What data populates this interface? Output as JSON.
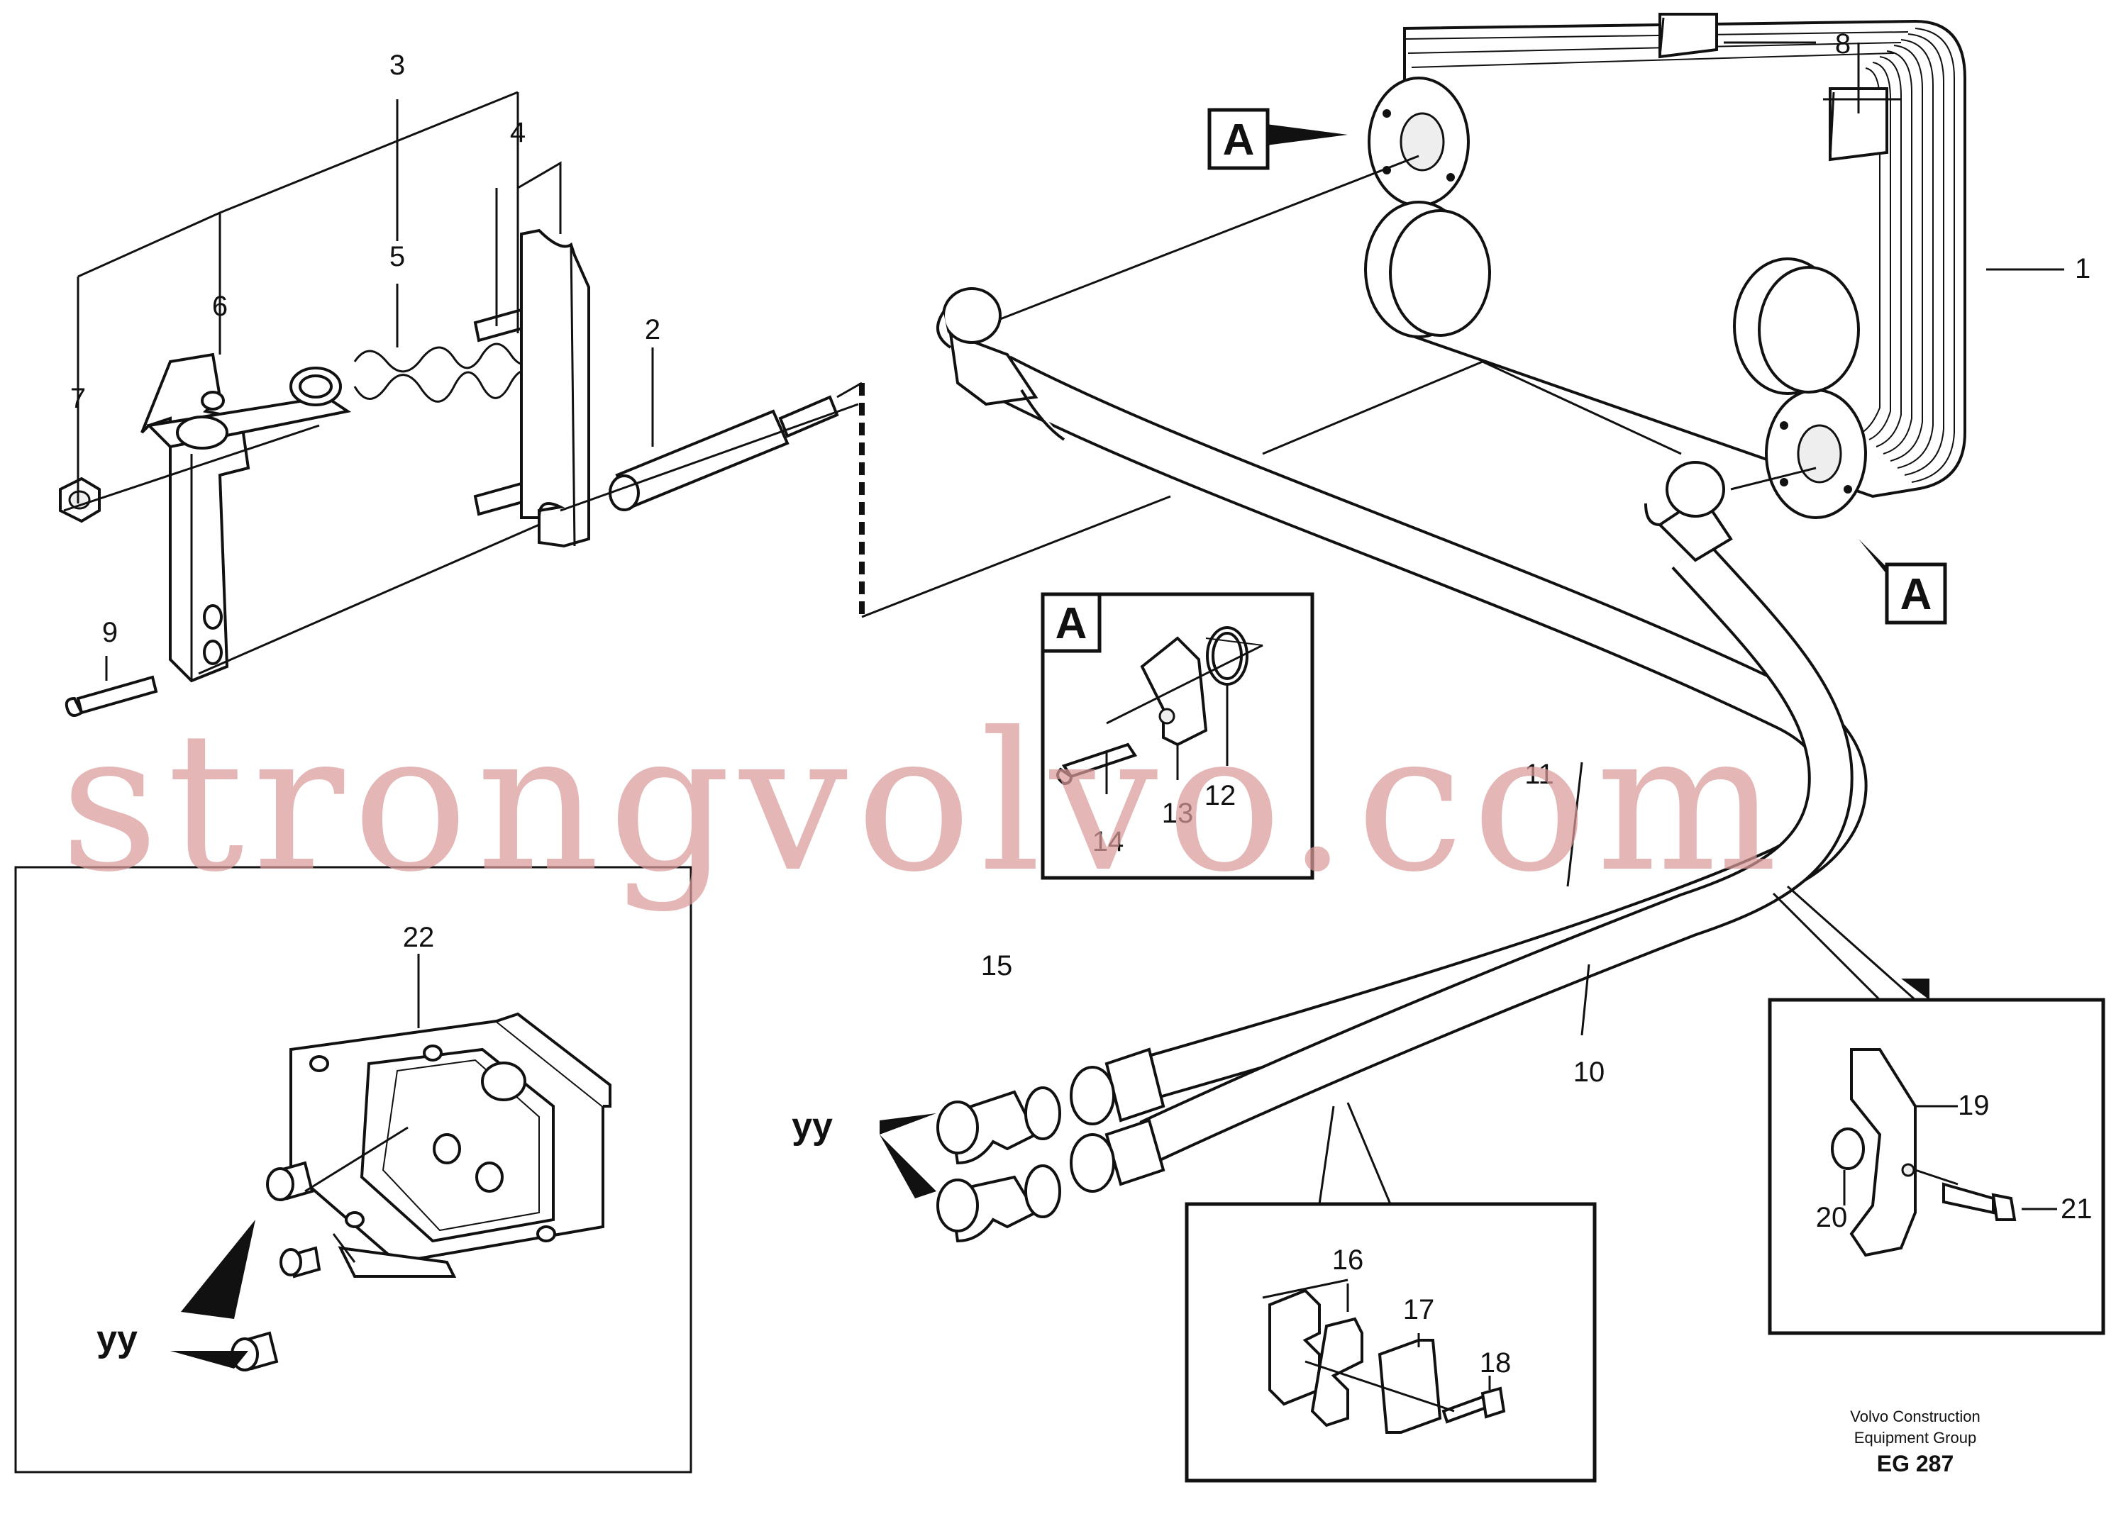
{
  "watermark": "strongvolvo.com",
  "credit": {
    "line1": "Volvo Construction",
    "line2": "Equipment Group",
    "code": "EG 287"
  },
  "callouts": [
    "1",
    "2",
    "3",
    "4",
    "5",
    "6",
    "7",
    "8",
    "9",
    "10",
    "11",
    "12",
    "13",
    "14",
    "15",
    "16",
    "17",
    "18",
    "19",
    "20",
    "21",
    "22"
  ],
  "markers": {
    "detail_a": "A",
    "port_a": "A",
    "yy": "yy"
  }
}
